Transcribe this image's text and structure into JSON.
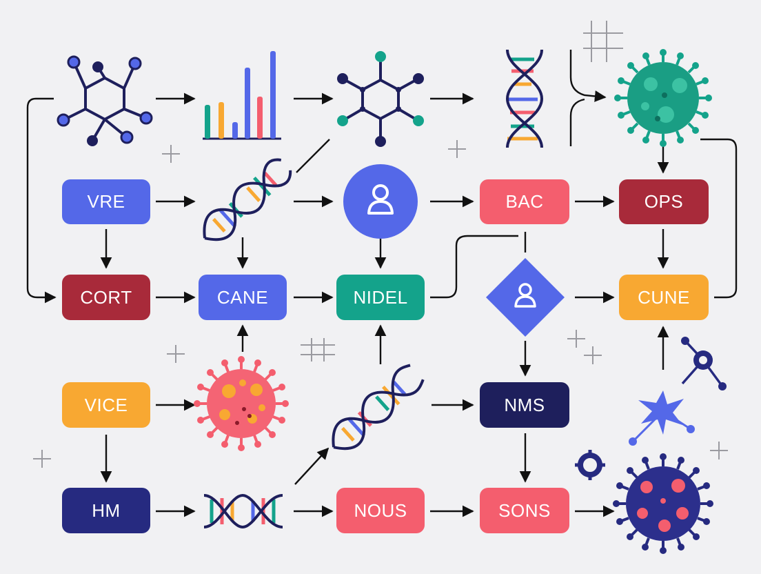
{
  "nodes": {
    "vre": {
      "label": "VRE",
      "color": "#5468e8"
    },
    "cort": {
      "label": "CORT",
      "color": "#a82a3a"
    },
    "cane": {
      "label": "CANE",
      "color": "#5468e8"
    },
    "nidel": {
      "label": "NIDEL",
      "color": "#14a38b"
    },
    "bac": {
      "label": "BAC",
      "color": "#f45e6e"
    },
    "ops": {
      "label": "OPS",
      "color": "#a82a3a"
    },
    "cune": {
      "label": "CUNE",
      "color": "#f8a832"
    },
    "vice": {
      "label": "VICE",
      "color": "#f8a832"
    },
    "nms": {
      "label": "NMS",
      "color": "#1e1f5c"
    },
    "hm": {
      "label": "HM",
      "color": "#262a80"
    },
    "nous": {
      "label": "NOUS",
      "color": "#f45e6e"
    },
    "sons": {
      "label": "SONS",
      "color": "#f45e6e"
    }
  },
  "icons": [
    "molecule-icon",
    "bar-chart-icon",
    "molecule-icon",
    "dna-icon",
    "virus-icon",
    "dna-icon",
    "user-icon",
    "user-icon",
    "virus-icon",
    "dna-icon",
    "dna-icon",
    "virus-icon",
    "molecule-icon",
    "star-cell-icon",
    "ring-icon",
    "plus-icon",
    "grid-icon"
  ],
  "palette": {
    "indigo": "#5468e8",
    "crimson": "#a82a3a",
    "teal": "#14a38b",
    "coral": "#f45e6e",
    "amber": "#f8a832",
    "navy": "#1e1f5c",
    "ink": "#111111",
    "grey": "#9a9aa0"
  }
}
